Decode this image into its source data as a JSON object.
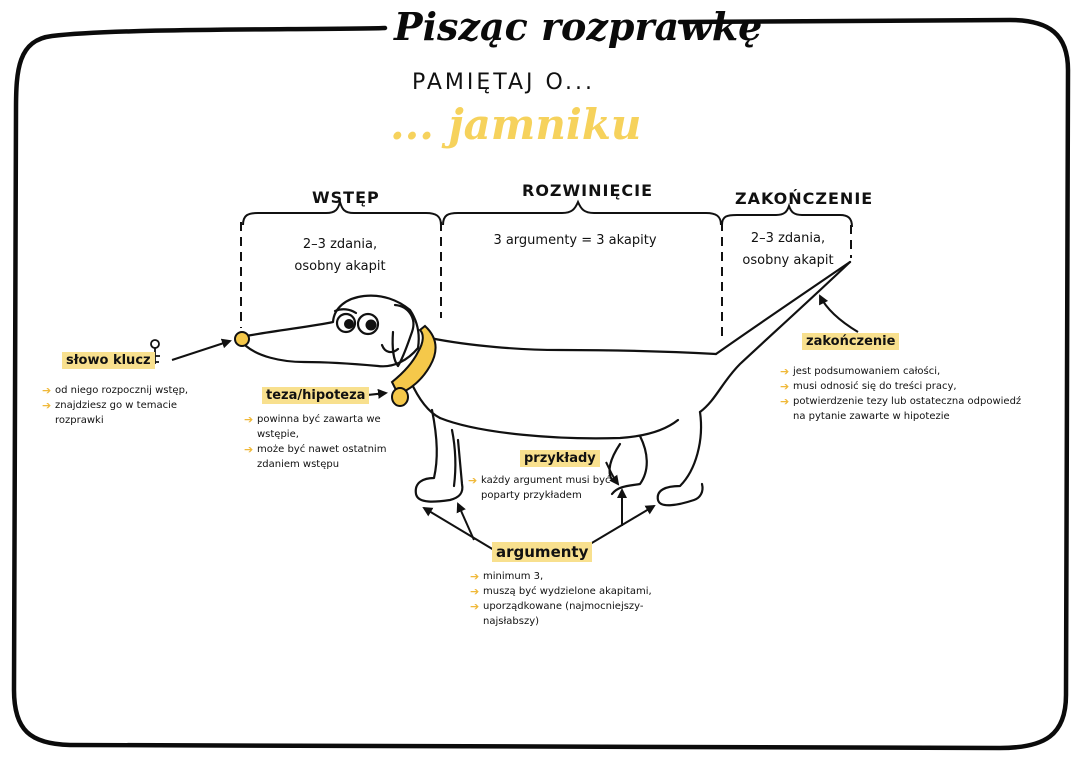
{
  "title": "Pisząc rozprawkę",
  "subtitle": "PAMIĘTAJ O...",
  "accent": "... jamniku",
  "colors": {
    "accent_yellow": "#f6d25c",
    "highlight": "#f8e08e",
    "bullet": "#f0b93a",
    "collar": "#f5c84a",
    "ink": "#111111"
  },
  "sections": [
    {
      "heading": "WSTĘP",
      "text": [
        "2–3 zdania,",
        "osobny akapit"
      ]
    },
    {
      "heading": "ROZWINIĘCIE",
      "text": [
        "3 argumenty = 3 akapity"
      ]
    },
    {
      "heading": "ZAKOŃCZENIE",
      "text": [
        "2–3 zdania,",
        "osobny akapit"
      ]
    }
  ],
  "labels": {
    "slowo_klucz": {
      "tag": "słowo klucz",
      "notes": [
        "od niego rozpocznij wstęp,",
        "znajdziesz go w temacie",
        "rozprawki"
      ]
    },
    "teza": {
      "tag": "teza/hipoteza",
      "notes": [
        "powinna być zawarta we",
        "wstępie,",
        "może być nawet ostatnim",
        "zdaniem wstępu"
      ]
    },
    "przyklady": {
      "tag": "przykłady",
      "notes": [
        "każdy argument musi być",
        "poparty przykładem"
      ]
    },
    "argumenty": {
      "tag": "argumenty",
      "notes": [
        "minimum 3,",
        "muszą być wydzielone akapitami,",
        "uporządkowane (najmocniejszy-",
        "najsłabszy)"
      ]
    },
    "zakonczenie": {
      "tag": "zakończenie",
      "notes": [
        "jest podsumowaniem całości,",
        "musi odnosić się do treści pracy,",
        "potwierdzenie tezy lub ostateczna odpowiedź",
        "na pytanie zawarte w hipotezie"
      ]
    }
  },
  "icons": {
    "key": "key-icon",
    "bullet": "arrow-bullet-icon"
  }
}
